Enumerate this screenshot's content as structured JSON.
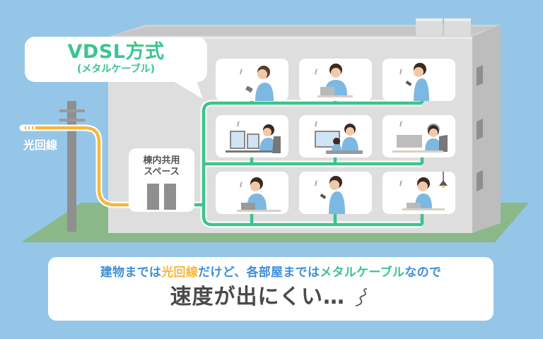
{
  "callout": {
    "title": "VDSL方式",
    "subtitle": "(メタルケーブル)"
  },
  "fiber_label": "光回線",
  "shared_space": {
    "line1": "棟内共用",
    "line2": "スペース"
  },
  "rooms": [
    {
      "floor": 3,
      "col": 1,
      "activity": "woman using tablet"
    },
    {
      "floor": 3,
      "col": 2,
      "activity": "man using laptop"
    },
    {
      "floor": 3,
      "col": 3,
      "activity": "man using smartphone"
    },
    {
      "floor": 2,
      "col": 1,
      "activity": "man at dual monitors"
    },
    {
      "floor": 2,
      "col": 2,
      "activity": "parent and child watching monitor"
    },
    {
      "floor": 2,
      "col": 3,
      "activity": "gamer with headset at PC"
    },
    {
      "floor": 1,
      "col": 1,
      "activity": "woman using tablet at desk"
    },
    {
      "floor": 1,
      "col": 2,
      "activity": "man using smartphone"
    },
    {
      "floor": 1,
      "col": 3,
      "activity": "woman using laptop under lamp"
    }
  ],
  "message": {
    "line1_parts": [
      {
        "text": "建物までは",
        "color": "blue"
      },
      {
        "text": "光回線",
        "color": "orange"
      },
      {
        "text": "だけど、各部屋までは",
        "color": "blue"
      },
      {
        "text": "メタルケーブル",
        "color": "green"
      },
      {
        "text": "なので",
        "color": "blue"
      }
    ],
    "line2": "速度が出にくい…"
  },
  "colors": {
    "sky": "#95c6e8",
    "ground": "#8ab888",
    "building_front": "#dedede",
    "building_side": "#bdbdbd",
    "fiber": "#f8b73a",
    "metal_cable": "#3cc48e",
    "text_blue": "#3e8fd8",
    "text_dark": "#4a4a4a"
  }
}
